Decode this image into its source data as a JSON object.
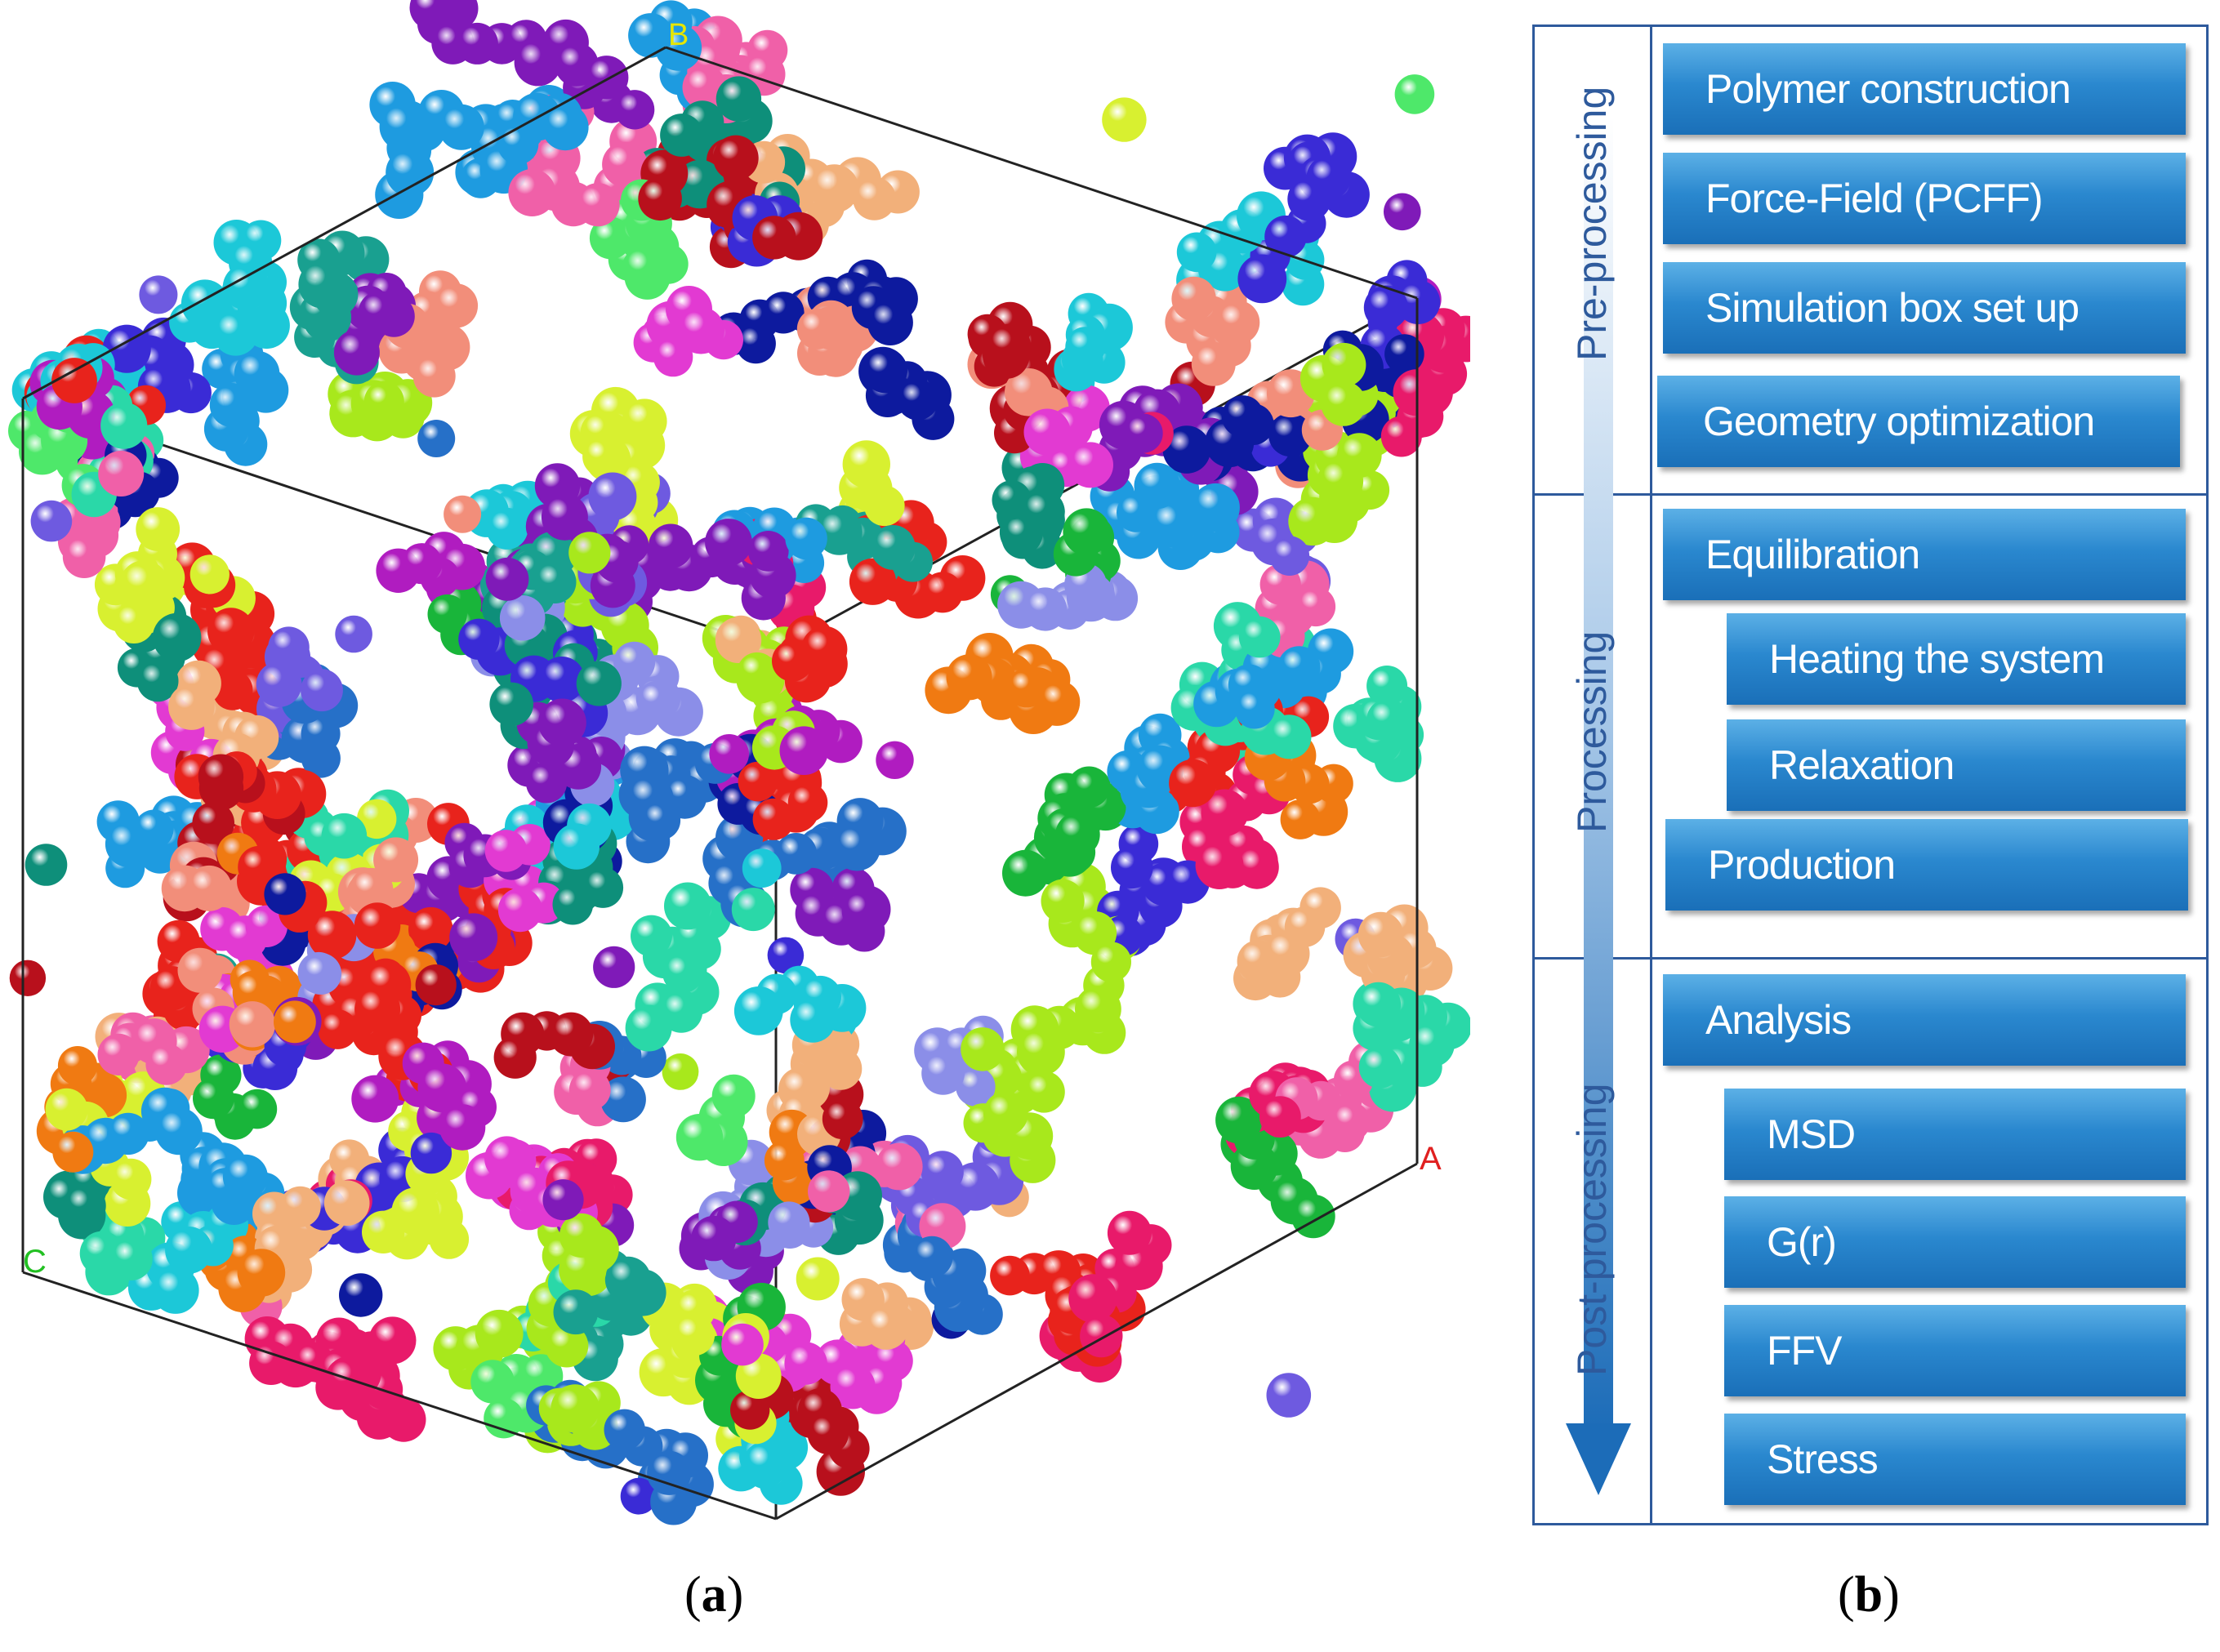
{
  "panel_a": {
    "caption": "(a)",
    "caption_letter": "a",
    "axis_labels": {
      "top": "B",
      "right": "A",
      "left": "C"
    },
    "colors": {
      "box_edge": "#222222",
      "axis_b": "#e6e600",
      "axis_a": "#e02020",
      "axis_c": "#22c022"
    },
    "bead_palette": [
      "#e8231c",
      "#f07a12",
      "#1e9be0",
      "#1cc8d8",
      "#19b53a",
      "#4ee86a",
      "#2ad8a8",
      "#0e8f7a",
      "#0d1a9e",
      "#3a2bd6",
      "#8b8ee8",
      "#b01cc0",
      "#e23ad2",
      "#f060a8",
      "#e81a6a",
      "#a8e81c",
      "#d8f030",
      "#f28e7a",
      "#b8101c",
      "#7f1ab8",
      "#19a090",
      "#2670c8",
      "#f2b07a",
      "#6e5ae0"
    ]
  },
  "panel_b": {
    "caption": "(b)",
    "caption_letter": "b",
    "sections": [
      {
        "label": "Pre-processing",
        "steps": [
          "Polymer construction",
          "Force-Field (PCFF)",
          "Simulation box set up",
          "Geometry optimization"
        ]
      },
      {
        "label": "Processing",
        "steps": [
          "Equilibration",
          "Heating the system",
          "Relaxation",
          "Production"
        ]
      },
      {
        "label": "Post-processing",
        "steps": [
          "Analysis",
          "MSD",
          "G(r)",
          "FFV",
          "Stress"
        ]
      }
    ],
    "colors": {
      "frame": "#2e5a9c",
      "button_top": "#5cb0e6",
      "button_bottom": "#1a6fb8",
      "arrow": "#1c6cb8",
      "label_text": "#2e5a9c"
    }
  }
}
